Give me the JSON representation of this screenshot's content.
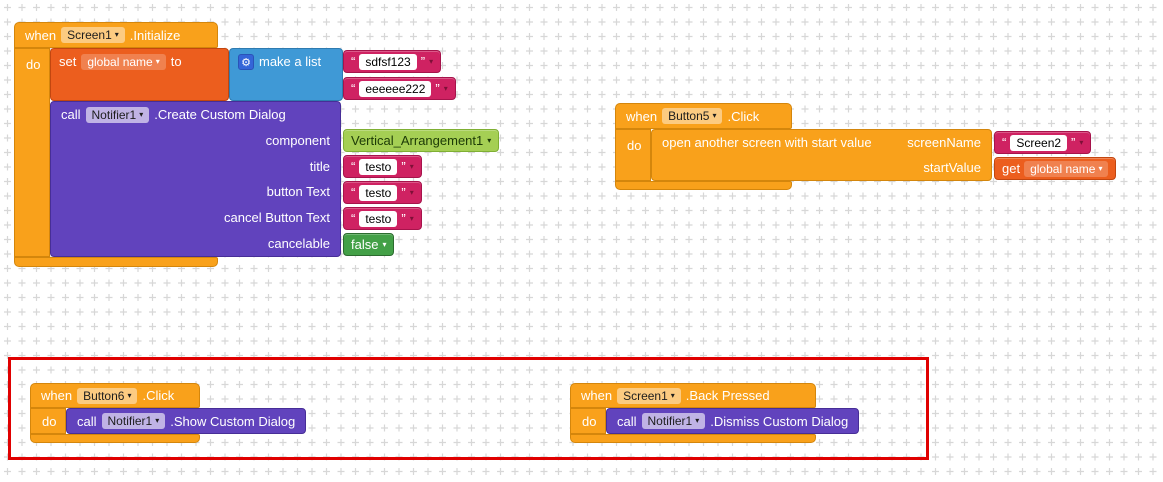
{
  "glyphs": {
    "dropdown": "▾",
    "quote_open": "“",
    "quote_close": "”",
    "gear": "⚙"
  },
  "colors": {
    "event_gold": "#F9A11B",
    "variable_orange": "#EC5E1E",
    "list_blue": "#3F99D6",
    "text_magenta": "#CF2262",
    "method_purple": "#6143BD",
    "component_green": "#A5CF54",
    "logic_green": "#43A047",
    "selection_red": "#E00000",
    "grid_gray": "#D7D7D7"
  },
  "blocks": {
    "screen1_initialize": {
      "when_label": "when",
      "component": "Screen1",
      "event": ".Initialize",
      "do_label": "do",
      "set_variable": {
        "set_label": "set",
        "variable": "global name",
        "to_label": "to"
      },
      "make_a_list": {
        "label": "make a list",
        "items": [
          "sdfsf123",
          "eeeeee222"
        ]
      },
      "create_custom_dialog": {
        "call_label": "call",
        "component": "Notifier1",
        "method": ".Create Custom Dialog",
        "param_component_label": "component",
        "param_component_value": "Vertical_Arrangement1",
        "param_title_label": "title",
        "param_title_value": "testo",
        "param_button_text_label": "button Text",
        "param_button_text_value": "testo",
        "param_cancel_button_text_label": "cancel Button Text",
        "param_cancel_button_text_value": "testo",
        "param_cancelable_label": "cancelable",
        "param_cancelable_value": "false"
      }
    },
    "button5_click": {
      "when_label": "when",
      "component": "Button5",
      "event": ".Click",
      "do_label": "do",
      "open_screen": {
        "label": "open another screen with start value",
        "param_screen_name_label": "screenName",
        "screen_name_value": "Screen2",
        "param_start_value_label": "startValue",
        "get_variable": {
          "get_label": "get",
          "variable": "global name"
        }
      }
    },
    "button6_click": {
      "when_label": "when",
      "component": "Button6",
      "event": ".Click",
      "do_label": "do",
      "call_method": {
        "call_label": "call",
        "component": "Notifier1",
        "method": ".Show Custom Dialog"
      }
    },
    "screen1_back_pressed": {
      "when_label": "when",
      "component": "Screen1",
      "event": ".Back Pressed",
      "do_label": "do",
      "call_method": {
        "call_label": "call",
        "component": "Notifier1",
        "method": ".Dismiss Custom Dialog"
      }
    }
  }
}
